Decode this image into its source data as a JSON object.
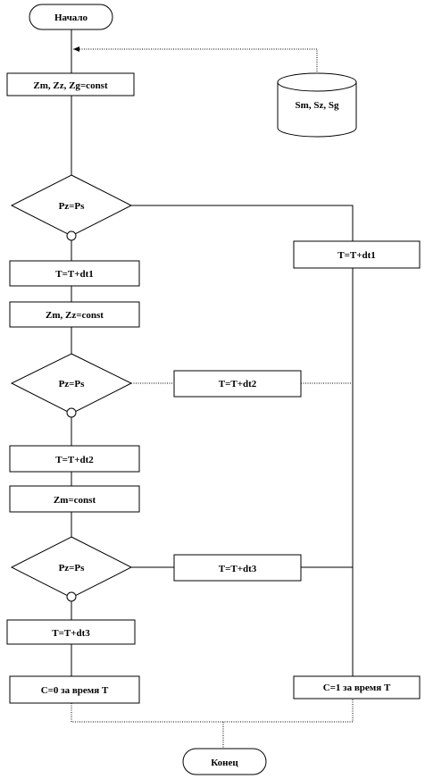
{
  "start": "Начало",
  "end": "Конец",
  "database": "Sm, Sz, Sg",
  "const1": "Zm, Zz, Zg=const",
  "const2": "Zm, Zz=const",
  "const3": "Zm=const",
  "decision1": "Pz=Ps",
  "decision2": "Pz=Ps",
  "decision3": "Pz=Ps",
  "step1_left": "T=T+dt1",
  "step1_right": "T=T+dt1",
  "step2_left": "T=T+dt2",
  "step2_right": "T=T+dt2",
  "step3_left": "T=T+dt3",
  "step3_right": "T=T+dt3",
  "result0": "C=0 за время T",
  "result1": "C=1 за время T"
}
